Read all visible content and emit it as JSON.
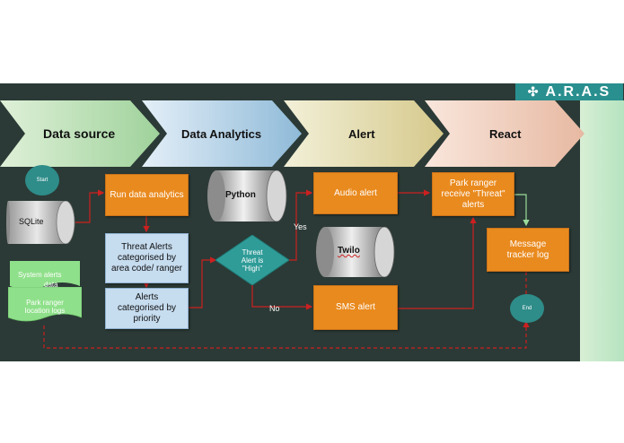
{
  "logo": {
    "text": "A.R.A.S",
    "icon": "pinwheel-icon"
  },
  "stages": [
    "Data source",
    "Data Analytics",
    "Alert",
    "React"
  ],
  "nodes": {
    "start": "Start",
    "sqlite": "SQLite",
    "system_alerts": "System alerts",
    "system_alerts_behind": "data",
    "ranger_logs": "Park ranger location logs",
    "run_analytics": "Run data analytics",
    "python": "Python",
    "threat_alerts": "Threat Alerts categorised by area code/ ranger",
    "alerts_priority": "Alerts categorised by priority",
    "decision": "Threat Alert is \"High\"",
    "audio_alert": "Audio alert",
    "twilio": "Twilo",
    "sms_alert": "SMS alert",
    "ranger_receive": "Park ranger receive \"Threat\" alerts",
    "message_tracker": "Message tracker log",
    "end": "End"
  },
  "edges": {
    "yes": "Yes",
    "no": "No"
  },
  "colors": {
    "panel": "#2b3a36",
    "process": "#e98a1e",
    "category": "#c6dcef",
    "decision": "#2f9c98",
    "terminal": "#2e8c89",
    "flow_line": "#cc2020",
    "green_doc": "#8fe08a",
    "logo_bg": "#2a8f8f"
  }
}
